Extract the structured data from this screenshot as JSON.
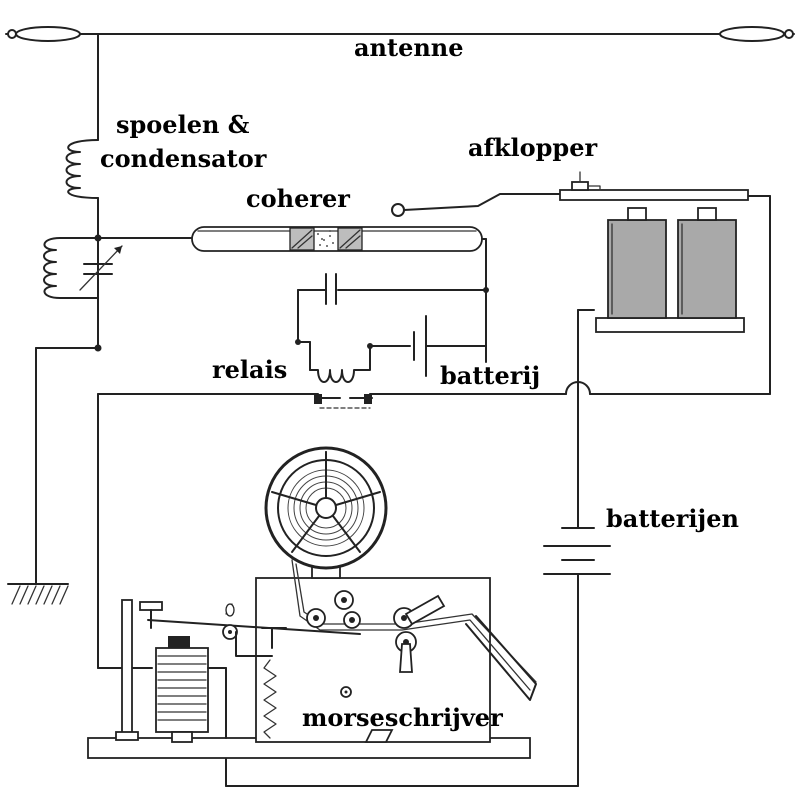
{
  "labels": {
    "antenna": "antenne",
    "coils_line1": "spoelen &",
    "coils_line2": "condensator",
    "tapper": "afklopper",
    "coherer": "coherer",
    "relay": "relais",
    "battery": "batterij",
    "batteries": "batterijen",
    "morse_writer": "morseschrijver"
  },
  "colors": {
    "ink": "#222222",
    "battery_fill": "#a9a9a9",
    "coherer_filings": "#bdbdbd",
    "background": "#ffffff"
  },
  "icons": {
    "ground": "ground-hatch-icon",
    "insulator": "insulator-icon",
    "capacitor": "capacitor-icon",
    "coil": "coil-icon",
    "battery_cell": "battery-cell-icon"
  }
}
